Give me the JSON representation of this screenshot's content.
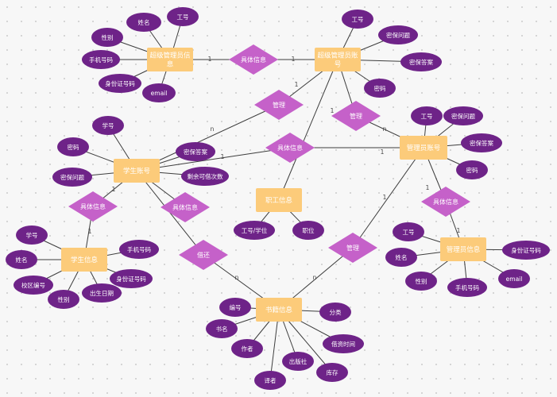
{
  "entities": [
    {
      "id": "super_admin_info",
      "lines": [
        "超级管理员信",
        "息"
      ]
    },
    {
      "id": "super_admin_account",
      "lines": [
        "超级管理员账",
        "号"
      ]
    },
    {
      "id": "student_account",
      "lines": [
        "学生账号"
      ]
    },
    {
      "id": "staff_info",
      "lines": [
        "职工信息"
      ]
    },
    {
      "id": "admin_account",
      "lines": [
        "管理员账号"
      ]
    },
    {
      "id": "student_info",
      "lines": [
        "学生信息"
      ]
    },
    {
      "id": "admin_info",
      "lines": [
        "管理员信息"
      ]
    },
    {
      "id": "book_info",
      "lines": [
        "书籍信息"
      ]
    }
  ],
  "relationships": [
    {
      "id": "r_detail_super",
      "label": "具体信息"
    },
    {
      "id": "r_manage_1",
      "label": "管理"
    },
    {
      "id": "r_manage_2",
      "label": "管理"
    },
    {
      "id": "r_detail_center",
      "label": "具体信息"
    },
    {
      "id": "r_detail_stu_left",
      "label": "具体信息"
    },
    {
      "id": "r_detail_stu_right",
      "label": "具体信息"
    },
    {
      "id": "r_detail_admin",
      "label": "具体信息"
    },
    {
      "id": "r_borrow",
      "label": "借还"
    },
    {
      "id": "r_manage_3",
      "label": "管理"
    }
  ],
  "attributes": [
    {
      "id": "a1",
      "label": "姓名"
    },
    {
      "id": "a2",
      "label": "工号"
    },
    {
      "id": "a3",
      "label": "性别"
    },
    {
      "id": "a4",
      "label": "手机号码"
    },
    {
      "id": "a5",
      "label": "身份证号码"
    },
    {
      "id": "a6",
      "label": "email"
    },
    {
      "id": "a7",
      "label": "工号"
    },
    {
      "id": "a8",
      "label": "密保问题"
    },
    {
      "id": "a9",
      "label": "密保答案"
    },
    {
      "id": "a10",
      "label": "密码"
    },
    {
      "id": "a11",
      "label": "学号"
    },
    {
      "id": "a12",
      "label": "密码"
    },
    {
      "id": "a13",
      "label": "密保问题"
    },
    {
      "id": "a14",
      "label": "密保答案"
    },
    {
      "id": "a15",
      "label": "剩余可借次数"
    },
    {
      "id": "a16",
      "label": "工号/学位"
    },
    {
      "id": "a17",
      "label": "职位"
    },
    {
      "id": "a18",
      "label": "工号"
    },
    {
      "id": "a19",
      "label": "密保问题"
    },
    {
      "id": "a20",
      "label": "密保答案"
    },
    {
      "id": "a21",
      "label": "密码"
    },
    {
      "id": "a22",
      "label": "学号"
    },
    {
      "id": "a23",
      "label": "姓名"
    },
    {
      "id": "a24",
      "label": "手机号码"
    },
    {
      "id": "a25",
      "label": "身份证号码"
    },
    {
      "id": "a26",
      "label": "校区编号"
    },
    {
      "id": "a27",
      "label": "性别"
    },
    {
      "id": "a28",
      "label": "出生日期"
    },
    {
      "id": "a29",
      "label": "工号"
    },
    {
      "id": "a30",
      "label": "姓名"
    },
    {
      "id": "a31",
      "label": "身份证号码"
    },
    {
      "id": "a32",
      "label": "性别"
    },
    {
      "id": "a33",
      "label": "手机号码"
    },
    {
      "id": "a34",
      "label": "email"
    },
    {
      "id": "a35",
      "label": "编号"
    },
    {
      "id": "a36",
      "label": "分类"
    },
    {
      "id": "a37",
      "label": "书名"
    },
    {
      "id": "a38",
      "label": "借资时间"
    },
    {
      "id": "a39",
      "label": "作者"
    },
    {
      "id": "a40",
      "label": "出版社"
    },
    {
      "id": "a41",
      "label": "库存"
    },
    {
      "id": "a42",
      "label": "译者"
    }
  ],
  "cardinalities": [
    {
      "id": "c1",
      "label": "1"
    },
    {
      "id": "c2",
      "label": "1"
    },
    {
      "id": "c3",
      "label": "1"
    },
    {
      "id": "c4",
      "label": "n"
    },
    {
      "id": "c5",
      "label": "1"
    },
    {
      "id": "c6",
      "label": "n"
    },
    {
      "id": "c7",
      "label": "1"
    },
    {
      "id": "c8",
      "label": "1"
    },
    {
      "id": "c9",
      "label": "1"
    },
    {
      "id": "c10",
      "label": "1"
    },
    {
      "id": "c11",
      "label": "1"
    },
    {
      "id": "c12",
      "label": "1"
    },
    {
      "id": "c13",
      "label": "n"
    },
    {
      "id": "c14",
      "label": "1"
    },
    {
      "id": "c15",
      "label": "n"
    }
  ]
}
